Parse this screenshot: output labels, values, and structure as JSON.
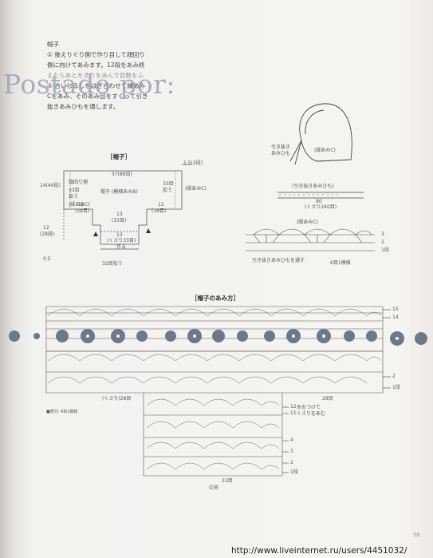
{
  "instructions": {
    "heading": "帽子",
    "lines": [
      "① 後えりぐり側で作り目して顔回り",
      "側に向けてあみます。12段をあみ終",
      "えたらあとをえりをあんで目数をふ",
      "② 合いじるしをはぎ合わせて縁あみ",
      "Cをあみ、そのあみ目をすくって引き",
      "抜きあみひもを通します。"
    ]
  },
  "watermark": "Postado por:",
  "hat_diagram": {
    "title": "［帽子］",
    "top_width": "37(89目)",
    "right_note": "1.5(3段)",
    "right_rows": "33目",
    "right_rows2": "拾う",
    "edge_label": "(縁あみC)",
    "center_label": "帽子 (模様あみB)",
    "left_face": "顔回り側",
    "left_rows": "33目",
    "left_rows2": "拾う",
    "left_edge": "(縁あみC)",
    "left_height": "14(40段)",
    "left_lower": "12",
    "left_lower2": "(28目)",
    "right_lower": "12",
    "right_lower2": "(28目)",
    "mid_label": "13",
    "mid_label2": "(33目)",
    "bottom_label": "13",
    "bottom_label2": "(くさり33目)",
    "bottom_label3": "作る",
    "bottom_pick": "32目拾う",
    "left_side_1": "12",
    "left_side_2": "(28段)",
    "left_side_3": "0.5"
  },
  "bonnet_labels": {
    "cord": "引き抜き",
    "cord2": "あみひも",
    "edge": "(縁あみC)",
    "cord_title": "(引き抜きあみひも)",
    "cord_len": "80",
    "cord_chain": "(くさり240目)",
    "edge_c": "(縁あみC)",
    "row3": "3",
    "row2": "2",
    "row1": "1段",
    "thread_note": "引き抜きあみひもを通す",
    "repeat": "6目1模様"
  },
  "chart": {
    "title": "［帽子のあみ方］",
    "r15": "15",
    "r14": "14",
    "r2": "2",
    "r1": "1段",
    "left_chain": "(くさり)28目",
    "right_chain": "28目",
    "thread_note": "糸をつけて",
    "thread_note2": "くさりをあむ",
    "r12": "12",
    "r11": "11",
    "r4": "4",
    "r3": "3",
    "r2b": "2",
    "r1b": "1段",
    "bottom_count": "33目",
    "center": "中央",
    "legend": "■部分: 4目1模様"
  },
  "footer": {
    "page_number": "39",
    "url": "http://www.liveinternet.ru/users/4451032/"
  }
}
